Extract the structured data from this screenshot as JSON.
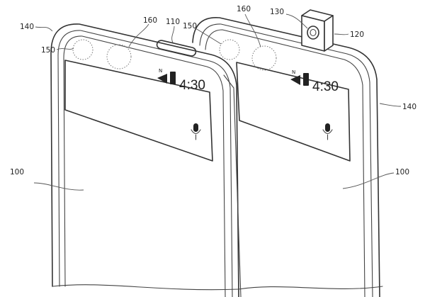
{
  "figure": {
    "left_phone": {
      "status_time": "4:30",
      "callouts": {
        "bezel": "140",
        "sensor_a": "150",
        "sensor_b": "160",
        "notch": "110",
        "body": "100"
      }
    },
    "right_phone": {
      "status_time": "4:30",
      "callouts": {
        "bezel": "140",
        "sensor_a": "150",
        "sensor_b": "160",
        "camera": "130",
        "popup_module": "120",
        "body": "100"
      }
    },
    "icons": [
      "signal-icon",
      "battery-icon",
      "microphone-icon",
      "popup-camera-lens-icon"
    ]
  }
}
